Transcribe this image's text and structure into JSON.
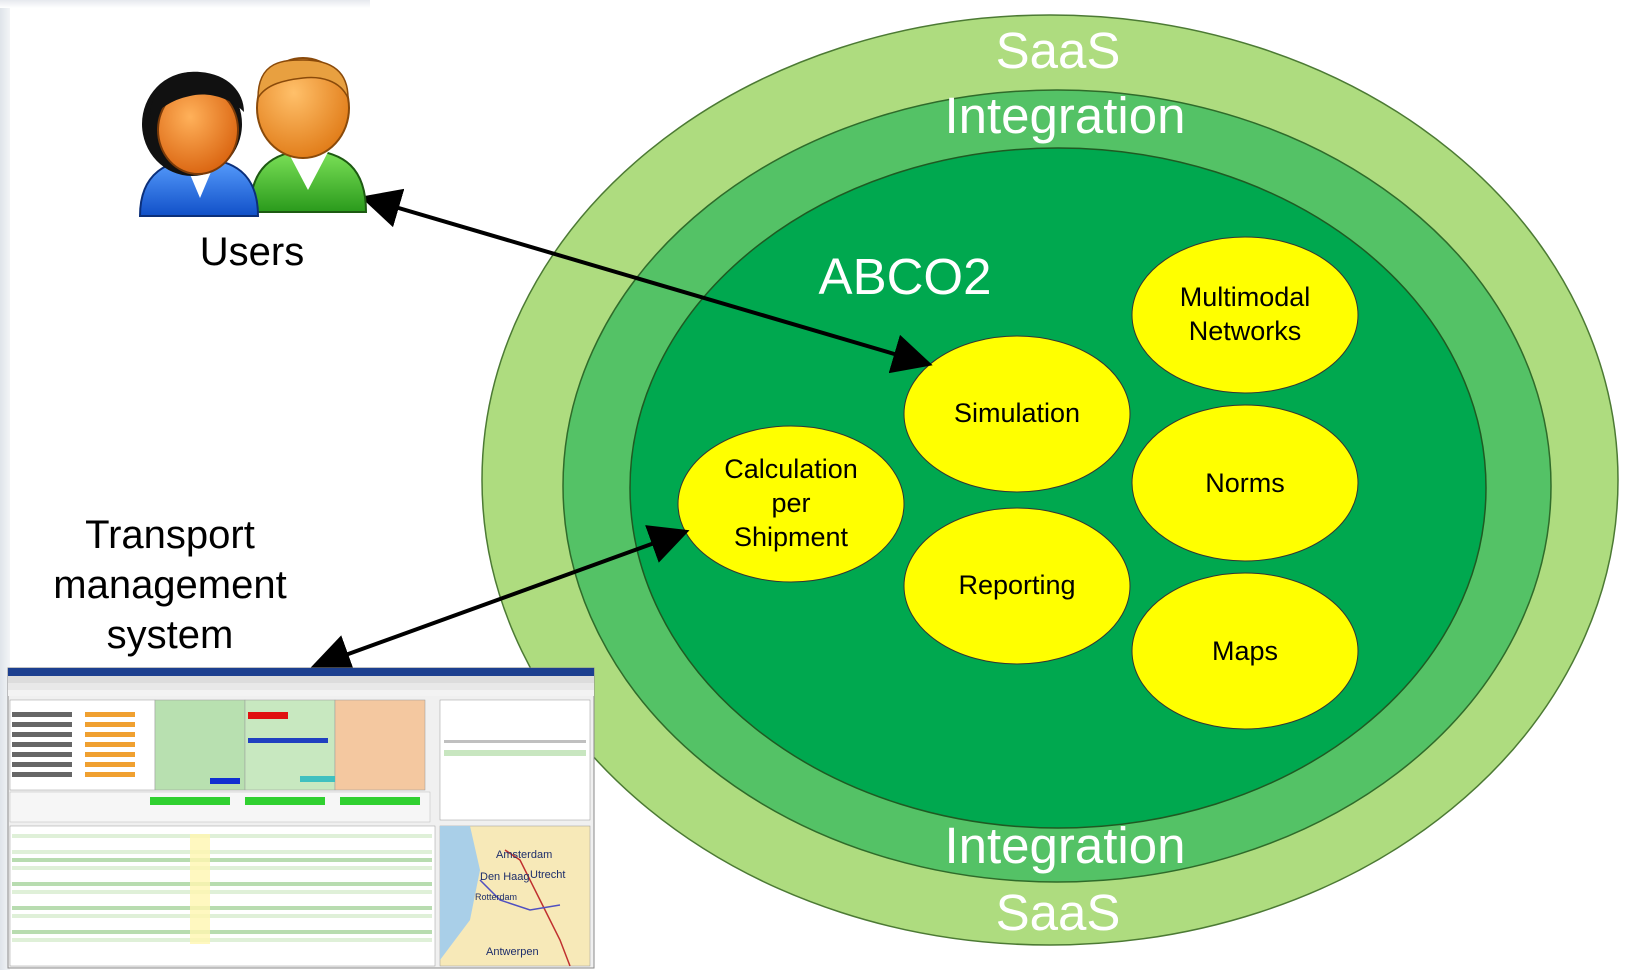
{
  "users": {
    "label": "Users",
    "icon": "users-icon"
  },
  "tms": {
    "label_lines": [
      "Transport",
      "management",
      "system"
    ],
    "screenshot_icon": "tms-screenshot-thumbnail",
    "map_places": [
      "Amsterdam",
      "Den Haag",
      "Utrecht",
      "Rotterdam",
      "Antwerpen"
    ]
  },
  "layers": {
    "outer_top": "SaaS",
    "middle_top": "Integration",
    "core_title": "ABCO2",
    "middle_bottom": "Integration",
    "outer_bottom": "SaaS"
  },
  "modules": {
    "simulation": "Simulation",
    "calculation": [
      "Calculation",
      "per",
      "Shipment"
    ],
    "reporting": "Reporting",
    "multimodal": [
      "Multimodal",
      "Networks"
    ],
    "norms": "Norms",
    "maps": "Maps"
  },
  "colors": {
    "saas": "#aedc7f",
    "integration": "#54c266",
    "core": "#00a84f",
    "module_fill": "#ffff00",
    "text_white": "#ffffff"
  }
}
